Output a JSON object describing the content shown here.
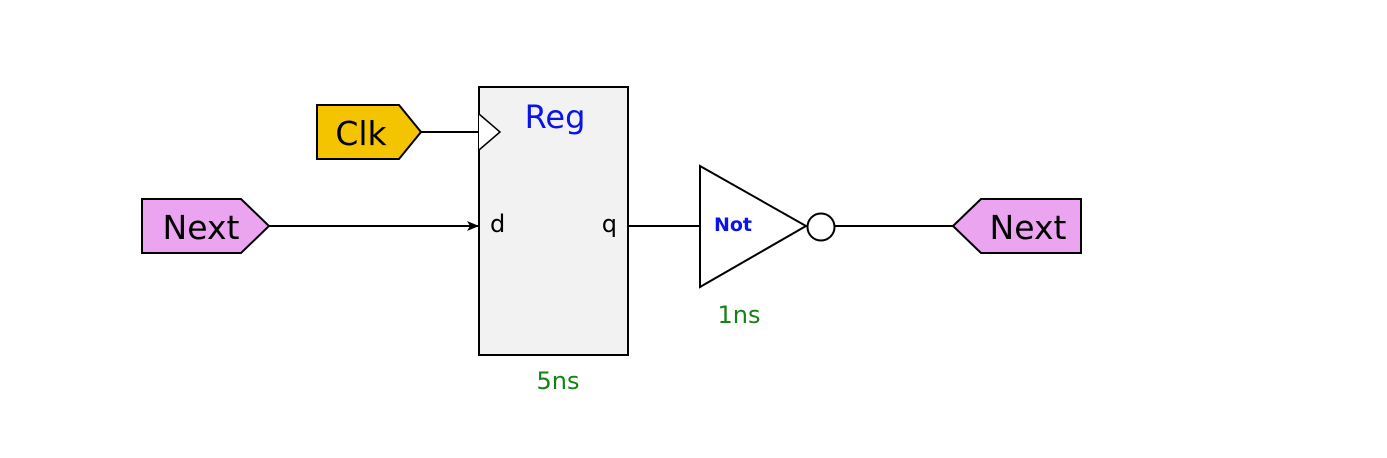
{
  "colors": {
    "clk_fill": "#f5c400",
    "next_fill": "#eba4f0",
    "reg_fill": "#f2f2f2",
    "component_label": "#0a14e6",
    "delay_label": "#148214"
  },
  "inputs": {
    "clk": {
      "label": "Clk"
    },
    "next": {
      "label": "Next"
    }
  },
  "outputs": {
    "next": {
      "label": "Next"
    }
  },
  "register": {
    "name": "Reg",
    "port_d": "d",
    "port_q": "q",
    "delay": "5ns"
  },
  "not_gate": {
    "name": "Not",
    "delay": "1ns"
  }
}
